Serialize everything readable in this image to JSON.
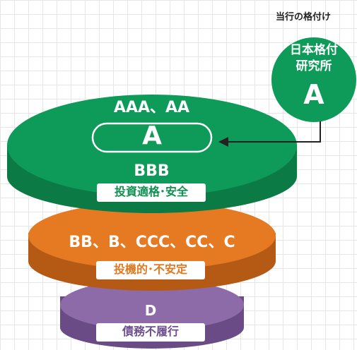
{
  "header": {
    "title": "当行の格付け"
  },
  "agency": {
    "name_line1": "日本格付",
    "name_line2": "研究所",
    "rating": "A"
  },
  "tiers": {
    "investment": {
      "ratings_upper": "AAA、AA",
      "highlight": "A",
      "ratings_lower": "BBB",
      "label": "投資適格･安全",
      "color": "#0e9a58"
    },
    "speculative": {
      "ratings": "BB、B、CCC、CC、C",
      "label": "投機的･不安定",
      "color": "#e57a22"
    },
    "default": {
      "ratings": "D",
      "label": "債務不履行",
      "color": "#8d6aa8"
    }
  }
}
